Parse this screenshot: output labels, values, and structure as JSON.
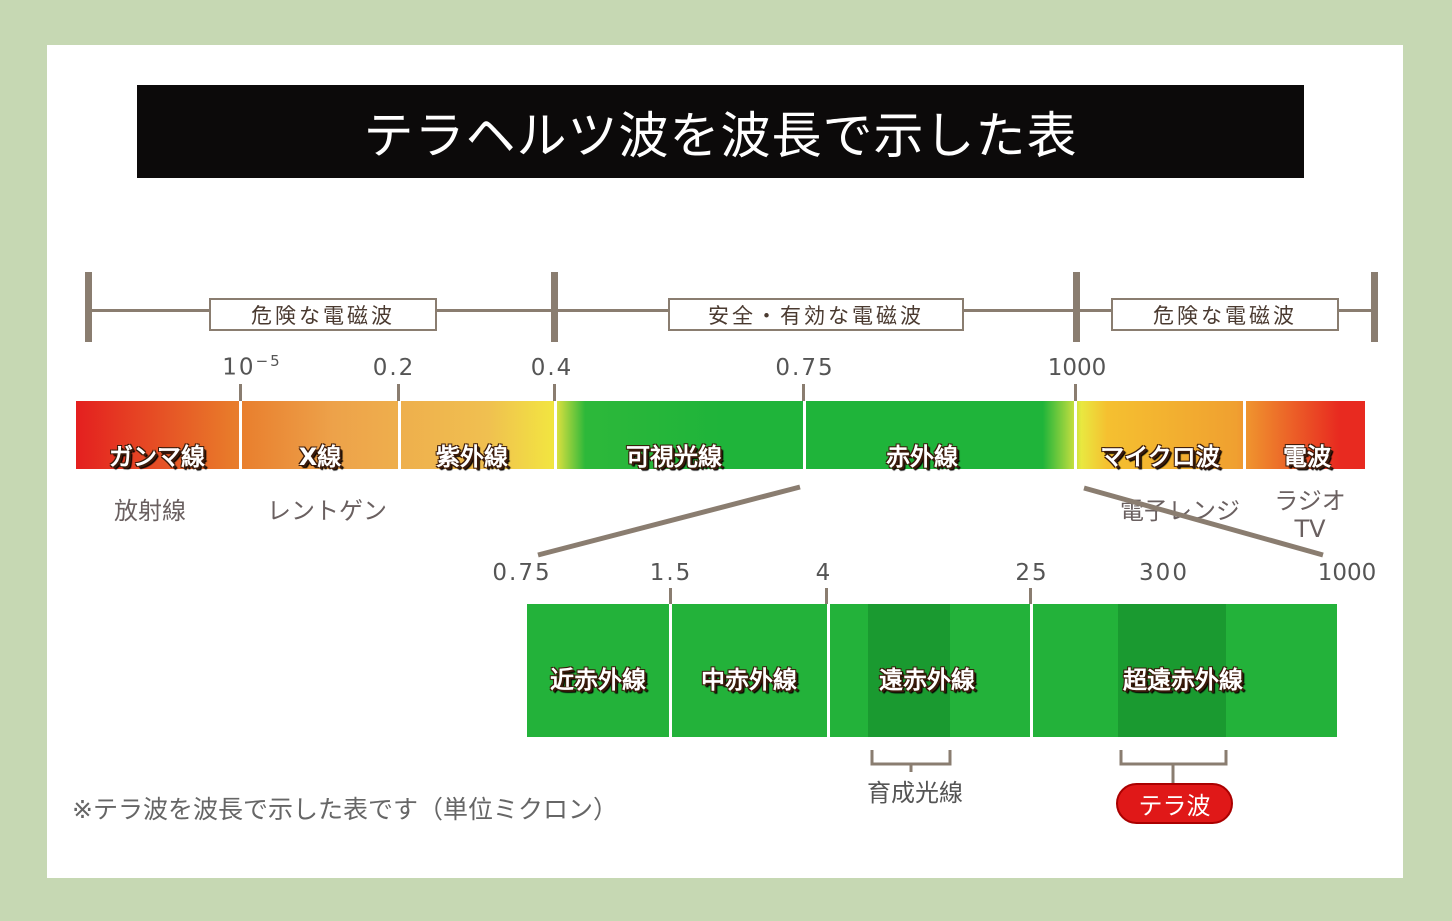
{
  "title": "テラヘルツ波を波長で示した表",
  "ranges": [
    "危険な電磁波",
    "安全・有効な電磁波",
    "危険な電磁波"
  ],
  "top_ticks": {
    "t1_base": "10",
    "t1_exp": "−5",
    "t2": "0.2",
    "t3": "0.4",
    "t4": "0.75",
    "t5": "1000"
  },
  "top_segments": [
    "ガンマ線",
    "X線",
    "紫外線",
    "可視光線",
    "赤外線",
    "マイクロ波",
    "電波"
  ],
  "uses": {
    "gamma": "放射線",
    "xray": "レントゲン",
    "microwave": "電子レンジ",
    "radio_1": "ラジオ",
    "radio_2": "TV"
  },
  "bottom_ticks": [
    "0.75",
    "1.5",
    "4",
    "25",
    "300",
    "1000"
  ],
  "bottom_segments": [
    "近赤外線",
    "中赤外線",
    "遠赤外線",
    "超遠赤外線"
  ],
  "growth_rays": "育成光線",
  "tera_wave": "テラ波",
  "footnote": "※テラ波を波長で示した表です（単位ミクロン）",
  "colors": {
    "background": "#c6d8b3",
    "title_bg": "#0c0a0a",
    "green": "#23b23a",
    "red": "#e01818",
    "line": "#8a7d70"
  }
}
